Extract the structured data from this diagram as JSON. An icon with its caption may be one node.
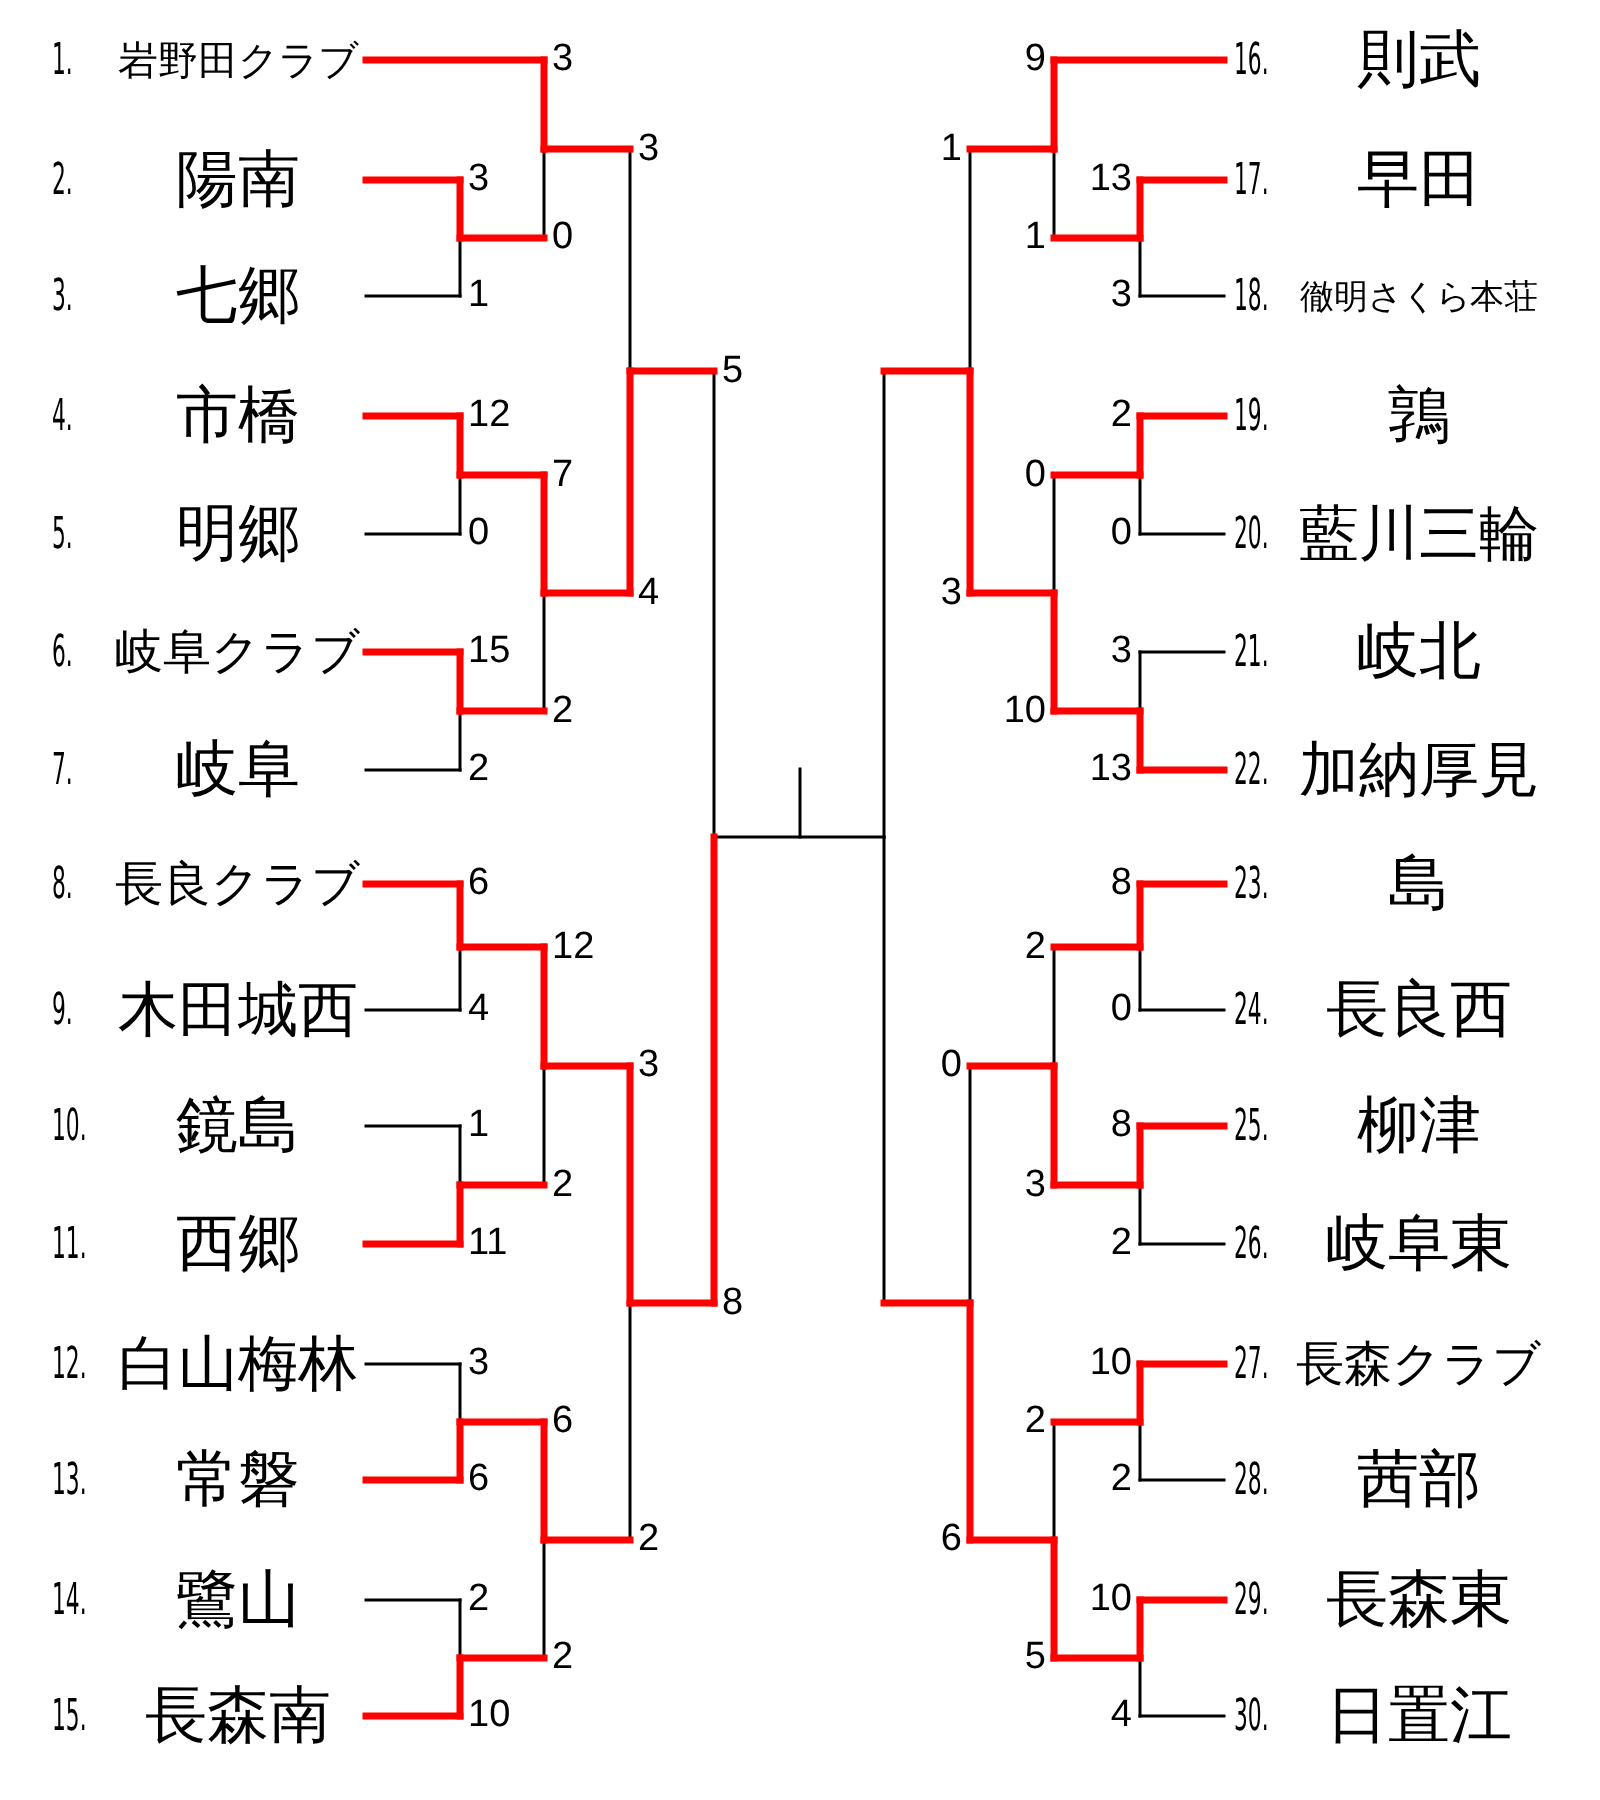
{
  "diagram": {
    "nodes": [
      {
        "text": [
          "1.",
          "岩野田クラブ"
        ]
      },
      {
        "text": [
          "2.",
          "陽南"
        ]
      },
      {
        "text": [
          "3.",
          "七郷"
        ]
      },
      {
        "text": [
          "4.",
          "市橋"
        ]
      },
      {
        "text": [
          "5.",
          "明郷"
        ]
      },
      {
        "text": [
          "6.",
          "岐阜クラブ"
        ]
      },
      {
        "text": [
          "7.",
          "岐阜"
        ]
      },
      {
        "text": [
          "8.",
          "長良クラブ"
        ]
      },
      {
        "text": [
          "9.",
          "木田城西"
        ]
      },
      {
        "text": [
          "10.",
          "鏡島"
        ]
      },
      {
        "text": [
          "11.",
          "西郷"
        ]
      },
      {
        "text": [
          "12.",
          "白山梅林"
        ]
      },
      {
        "text": [
          "13.",
          "常磐"
        ]
      },
      {
        "text": [
          "14.",
          "鷺山"
        ]
      },
      {
        "text": [
          "15.",
          "長森南"
        ]
      },
      {
        "text": [
          "16.",
          "則武"
        ]
      },
      {
        "text": [
          "17.",
          "早田"
        ]
      },
      {
        "text": [
          "18.",
          "徹明さくら本荘"
        ]
      },
      {
        "text": [
          "19.",
          "鶉"
        ]
      },
      {
        "text": [
          "20.",
          "藍川三輪"
        ]
      },
      {
        "text": [
          "21.",
          "岐北"
        ]
      },
      {
        "text": [
          "22.",
          "加納厚見"
        ]
      },
      {
        "text": [
          "23.",
          "島"
        ]
      },
      {
        "text": [
          "24.",
          "長良西"
        ]
      },
      {
        "text": [
          "25.",
          "柳津"
        ]
      },
      {
        "text": [
          "26.",
          "岐阜東"
        ]
      },
      {
        "text": [
          "27.",
          "長森クラブ"
        ]
      },
      {
        "text": [
          "28.",
          "茜部"
        ]
      },
      {
        "text": [
          "29.",
          "長森東"
        ]
      },
      {
        "text": [
          "30.",
          "日置江"
        ]
      }
    ],
    "labels": [
      "3",
      "9",
      "3",
      "3",
      "1",
      "13",
      "0",
      "1",
      "1",
      "3",
      "12",
      "5",
      "2",
      "7",
      "0",
      "0",
      "0",
      "4",
      "3",
      "15",
      "3",
      "2",
      "10",
      "2",
      "13",
      "6",
      "8",
      "12",
      "2",
      "4",
      "0",
      "3",
      "0",
      "1",
      "8",
      "2",
      "3",
      "11",
      "2",
      "8",
      "3",
      "10",
      "6",
      "2",
      "6",
      "2",
      "2",
      "6",
      "2",
      "10",
      "2",
      "5",
      "10",
      "4"
    ]
  }
}
